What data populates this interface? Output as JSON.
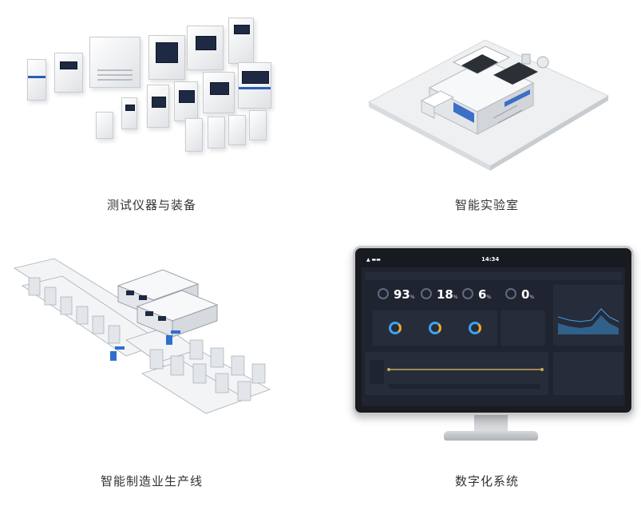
{
  "tiles": [
    {
      "caption": "测试仪器与装备"
    },
    {
      "caption": "智能实验室"
    },
    {
      "caption": "智能制造业生产线"
    },
    {
      "caption": "数字化系统"
    }
  ],
  "dashboard": {
    "title": "14:34",
    "kpis": [
      {
        "value": "93",
        "unit": "%"
      },
      {
        "value": "18",
        "unit": "%"
      },
      {
        "value": "6",
        "unit": "%"
      },
      {
        "value": "0",
        "unit": "%"
      }
    ]
  },
  "colors": {
    "accent": "#2a5db8",
    "screen_bg": "#1f2430",
    "caption": "#333333"
  }
}
